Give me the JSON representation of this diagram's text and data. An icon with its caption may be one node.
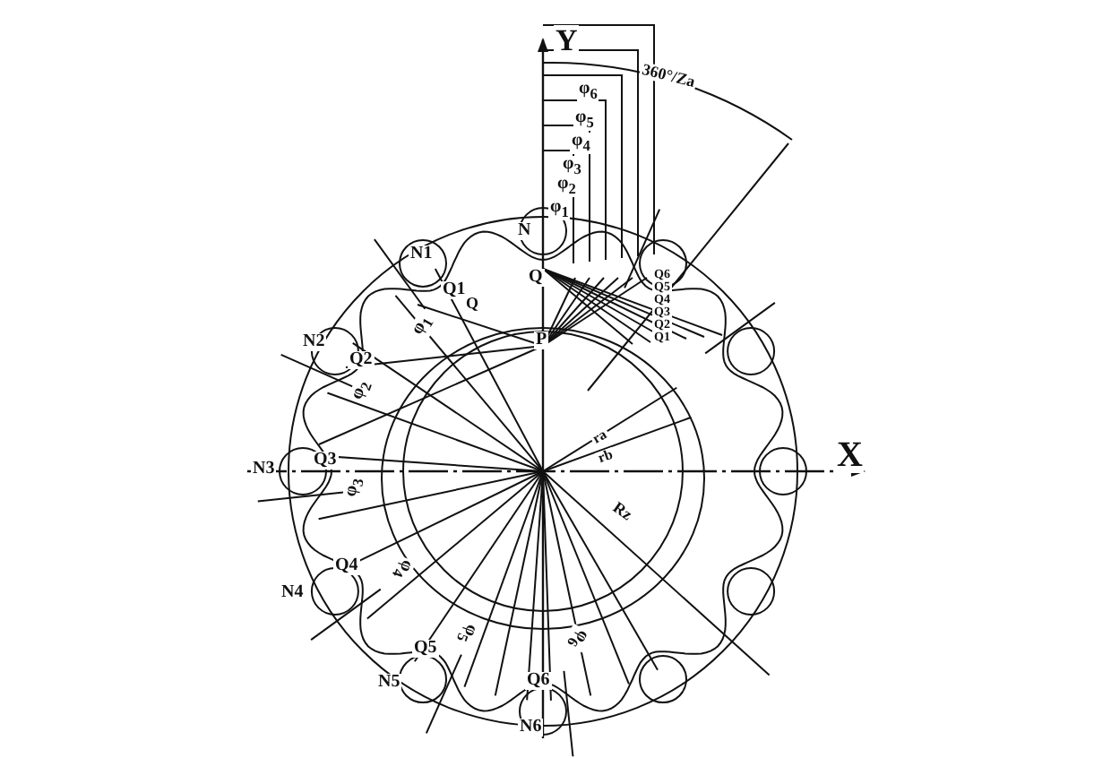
{
  "diagram": {
    "labels": [
      "Y",
      "360°/Za",
      "φ$_{6}$",
      "φ$_{5}$",
      "φ$_{4}$",
      "φ$_{3}$",
      "φ$_{2}$",
      "φ$_{1}$",
      "N",
      "N1",
      "Q",
      "Q1",
      "Q",
      "Q6",
      "Q5",
      "Q4",
      "Q3",
      "Q2",
      "Q1",
      "φ$_{1}$",
      "P",
      "N2",
      "Q2",
      "φ$_{2}$",
      "ra",
      "rb",
      "X",
      "N3",
      "Q3",
      "φ$_{3}$",
      "Rz",
      "Q4",
      "N4",
      "φ$_{4}$",
      "Q5",
      "φ$_{5}$",
      "φ$_{6}$",
      "Q6",
      "N5",
      "N6"
    ]
  }
}
